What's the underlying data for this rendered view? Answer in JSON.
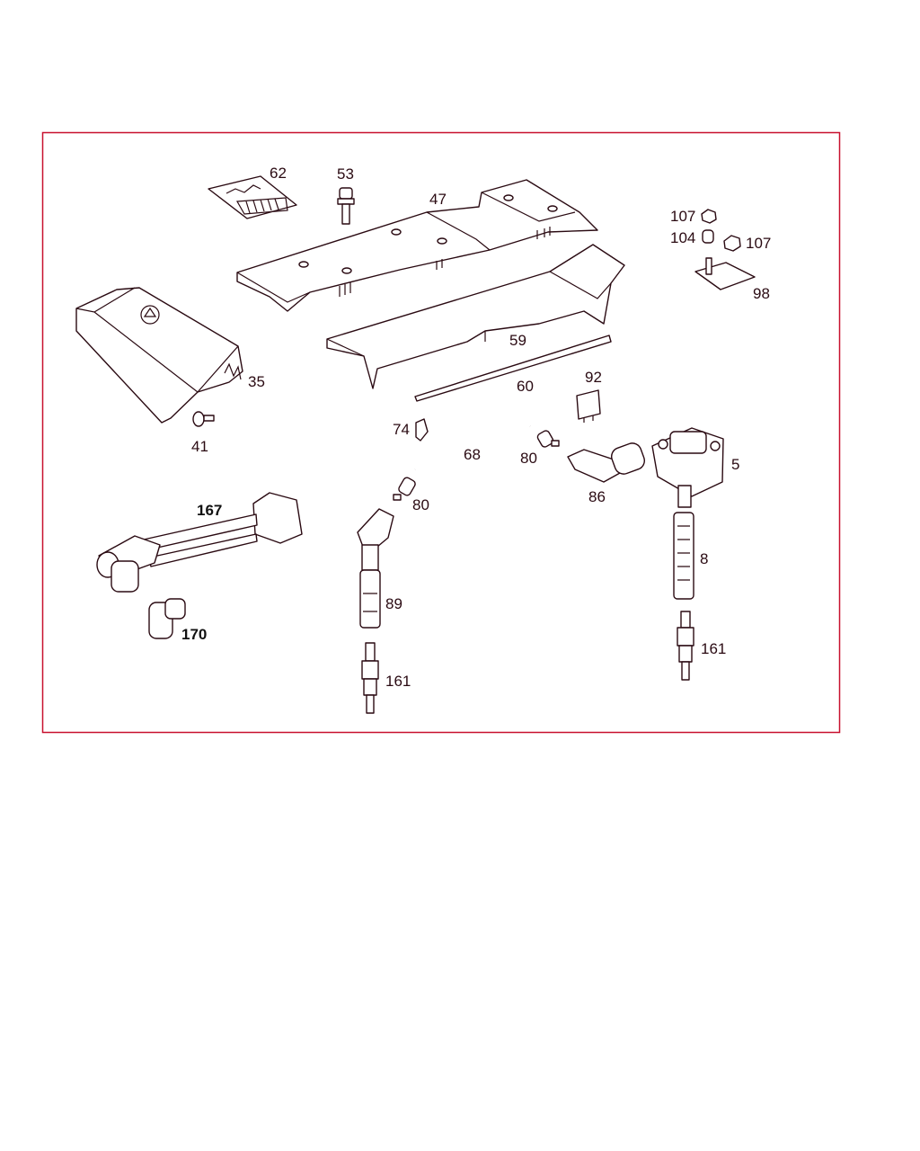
{
  "diagram": {
    "frame_color": "#c8102e",
    "labels": [
      {
        "id": "62",
        "text": "62"
      },
      {
        "id": "53",
        "text": "53"
      },
      {
        "id": "47",
        "text": "47"
      },
      {
        "id": "107a",
        "text": "107"
      },
      {
        "id": "104",
        "text": "104"
      },
      {
        "id": "107b",
        "text": "107"
      },
      {
        "id": "98",
        "text": "98"
      },
      {
        "id": "59",
        "text": "59"
      },
      {
        "id": "35",
        "text": "35"
      },
      {
        "id": "92",
        "text": "92"
      },
      {
        "id": "60",
        "text": "60"
      },
      {
        "id": "41",
        "text": "41"
      },
      {
        "id": "74",
        "text": "74"
      },
      {
        "id": "68",
        "text": "68"
      },
      {
        "id": "80a",
        "text": "80"
      },
      {
        "id": "5",
        "text": "5"
      },
      {
        "id": "80b",
        "text": "80"
      },
      {
        "id": "86",
        "text": "86"
      },
      {
        "id": "167",
        "text": "167"
      },
      {
        "id": "8",
        "text": "8"
      },
      {
        "id": "89",
        "text": "89"
      },
      {
        "id": "170",
        "text": "170"
      },
      {
        "id": "161a",
        "text": "161"
      },
      {
        "id": "161b",
        "text": "161"
      }
    ]
  }
}
